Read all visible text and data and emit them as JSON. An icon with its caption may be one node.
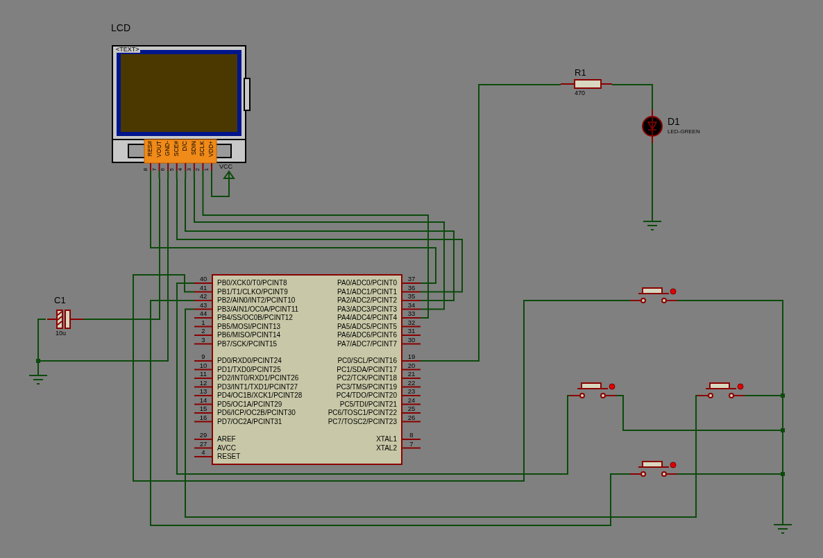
{
  "diagram": {
    "nodes": [
      {
        "text": [
          "LCD",
          "<TEXT>"
        ]
      },
      {
        "text": [
          "VCC"
        ]
      },
      {
        "text": [
          "PB0/XCK0/T0/PCINT8",
          "PB1/T1/CLKO/PCINT9",
          "PB2/AIN0/INT2/PCINT10",
          "PB3/AIN1/OC0A/PCINT11",
          "PB4/SS/OC0B/PCINT12",
          "PB5/MOSI/PCINT13",
          "PB6/MISO/PCINT14",
          "PB7/SCK/PCINT15",
          "PD0/RXD0/PCINT24",
          "PD1/TXD0/PCINT25",
          "PD2/INT0/RXD1/PCINT26",
          "PD3/INT1/TXD1/PCINT27",
          "PD4/OC1B/XCK1/PCINT28",
          "PD5/OC1A/PCINT29",
          "PD6/ICP/OC2B/PCINT30",
          "PD7/OC2A/PCINT31",
          "AREF",
          "AVCC",
          "RESET",
          "PA0/ADC0/PCINT0",
          "PA1/ADC1/PCINT1",
          "PA2/ADC2/PCINT2",
          "PA3/ADC3/PCINT3",
          "PA4/ADC4/PCINT4",
          "PA5/ADC5/PCINT5",
          "PA6/ADC6/PCINT6",
          "PA7/ADC7/PCINT7",
          "PC0/SCL/PCINT16",
          "PC1/SDA/PCINT17",
          "PC2/TCK/PCINT18",
          "PC3/TMS/PCINT19",
          "PC4/TDO/PCINT20",
          "PC5/TDI/PCINT21",
          "PC6/TOSC1/PCINT22",
          "PC7/TOSC2/PCINT23",
          "XTAL1",
          "XTAL2"
        ],
        "beside": [
          "40",
          "41",
          "42",
          "43",
          "44",
          "1",
          "2",
          "3",
          "9",
          "10",
          "11",
          "12",
          "13",
          "14",
          "15",
          "16",
          "29",
          "27",
          "4",
          "37",
          "36",
          "35",
          "34",
          "33",
          "32",
          "31",
          "30",
          "19",
          "20",
          "21",
          "22",
          "23",
          "24",
          "25",
          "26",
          "8",
          "7"
        ]
      },
      {
        "text": [
          "C1"
        ],
        "beside": [
          "10u"
        ]
      },
      {
        "text": [],
        "shape": "ground"
      },
      {
        "text": [
          "R1"
        ],
        "beside": [
          "470"
        ]
      },
      {
        "text": [
          "D1"
        ],
        "beside": [
          "LED-GREEN"
        ]
      },
      {
        "text": [],
        "shape": "ground"
      },
      {
        "text": [],
        "shape": "switch"
      },
      {
        "text": [],
        "shape": "switch"
      },
      {
        "text": [],
        "shape": "switch"
      },
      {
        "text": [],
        "shape": "switch"
      },
      {
        "text": [],
        "shape": "ground"
      }
    ],
    "edges": [
      {
        "from": 0,
        "to": 1,
        "arrow": "none"
      },
      {
        "from": 0,
        "to": 2,
        "arrow": "none"
      },
      {
        "from": 0,
        "to": 2,
        "arrow": "none"
      },
      {
        "from": 0,
        "to": 2,
        "arrow": "none"
      },
      {
        "from": 0,
        "to": 2,
        "arrow": "none"
      },
      {
        "from": 0,
        "to": 2,
        "arrow": "none"
      },
      {
        "from": 0,
        "to": 3,
        "arrow": "none"
      },
      {
        "from": 0,
        "to": 4,
        "arrow": "none"
      },
      {
        "from": 3,
        "to": 4,
        "arrow": "none"
      },
      {
        "from": 2,
        "to": 8,
        "arrow": "none"
      },
      {
        "from": 2,
        "to": 9,
        "arrow": "none"
      },
      {
        "from": 2,
        "to": 11,
        "arrow": "none"
      },
      {
        "from": 2,
        "to": 10,
        "arrow": "none"
      },
      {
        "from": 2,
        "to": 5,
        "arrow": "none"
      },
      {
        "from": 5,
        "to": 6,
        "arrow": "none"
      },
      {
        "from": 6,
        "to": 7,
        "arrow": "none"
      },
      {
        "from": 8,
        "to": 12,
        "arrow": "none"
      },
      {
        "from": 9,
        "to": 12,
        "arrow": "none"
      },
      {
        "from": 10,
        "to": 12,
        "arrow": "none"
      },
      {
        "from": 11,
        "to": 12,
        "arrow": "none"
      }
    ],
    "labels": [
      "RES#",
      "VOUT",
      "GND-",
      "SCE#",
      "D/C",
      "SDIN",
      "SCLK",
      "VDD+",
      "8",
      "7",
      "6",
      "5",
      "4",
      "3",
      "2",
      "1"
    ]
  }
}
